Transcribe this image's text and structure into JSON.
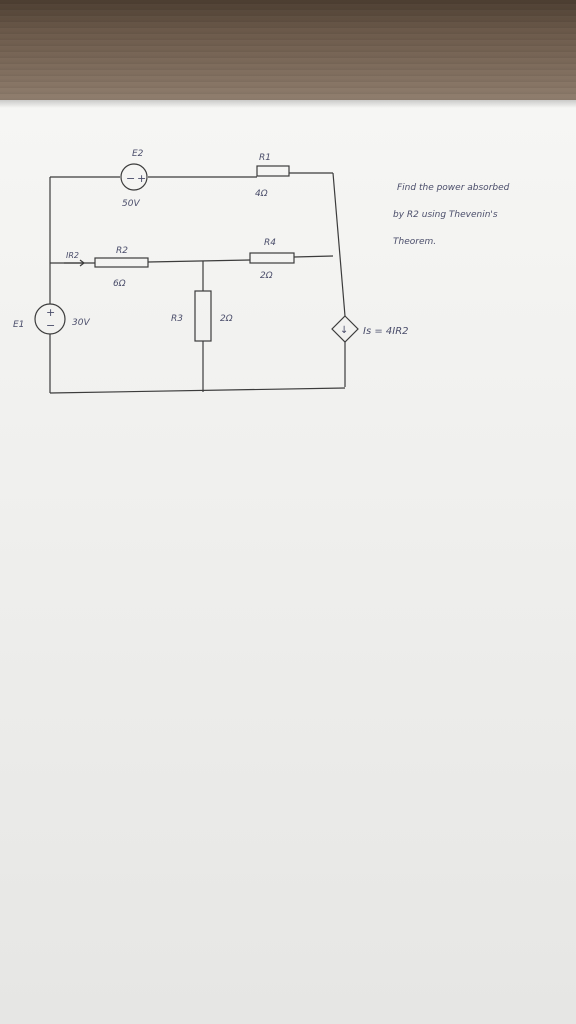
{
  "labels": {
    "e2": "E2",
    "v50": "50V",
    "r1": "R1",
    "r1_value": "4Ω",
    "ir2": "IR2",
    "r2": "R2",
    "r2_value": "6Ω",
    "r4": "R4",
    "r4_value": "2Ω",
    "e1": "E1",
    "v30": "30V",
    "r3": "R3",
    "r3_value": "2Ω",
    "is_label": "Is = 4IR2",
    "plus": "+",
    "minus": "−",
    "arrow": "↓"
  },
  "question": {
    "line1": "Find the power absorbed",
    "line2": "by R2 using Thevenin's",
    "line3": "Theorem."
  }
}
